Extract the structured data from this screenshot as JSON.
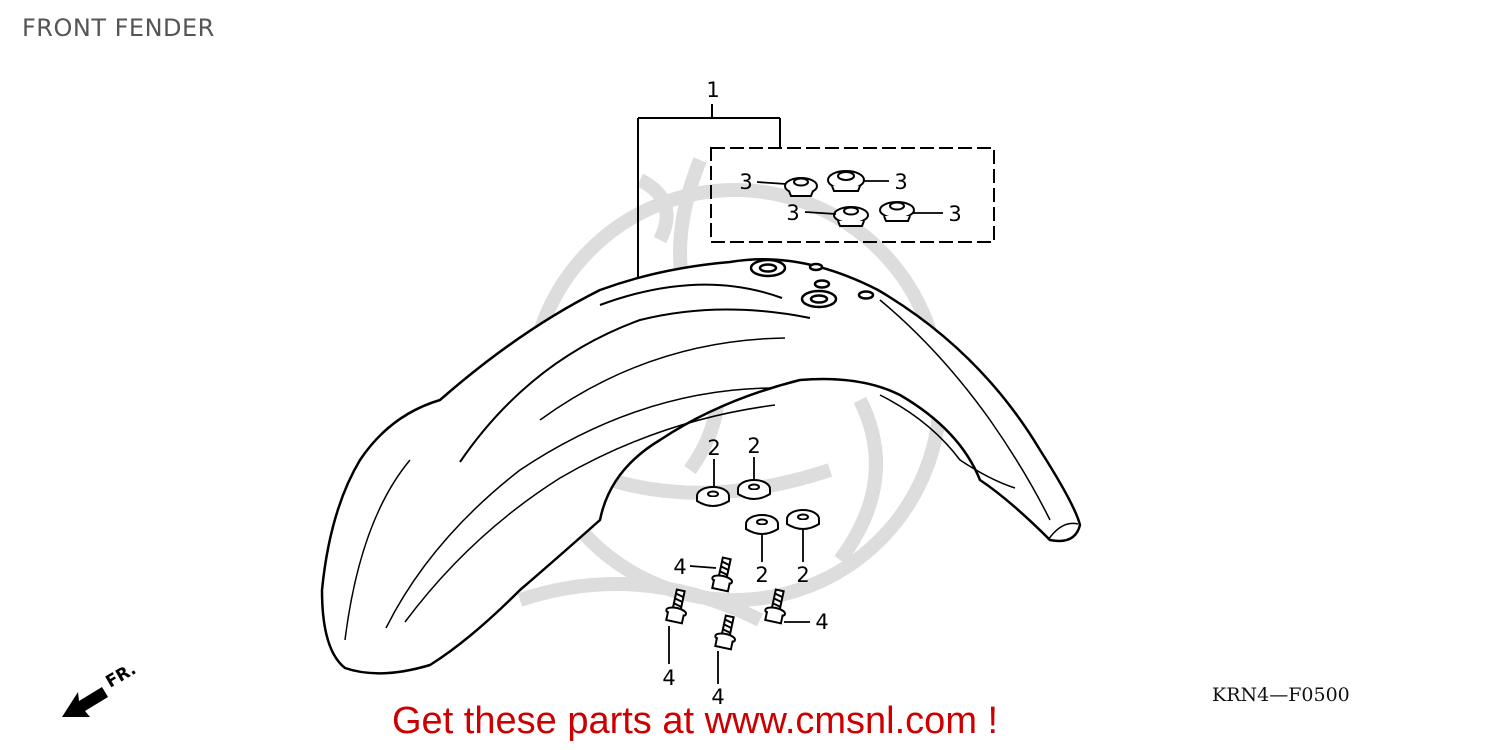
{
  "header": {
    "title": "FRONT FENDER"
  },
  "diagram": {
    "fr_label": "FR.",
    "diagram_code": "KRN4—F0500",
    "callouts": [
      {
        "id": "c1",
        "label": "1"
      },
      {
        "id": "c3a",
        "label": "3"
      },
      {
        "id": "c3b",
        "label": "3"
      },
      {
        "id": "c3c",
        "label": "3"
      },
      {
        "id": "c3d",
        "label": "3"
      },
      {
        "id": "c2a",
        "label": "2"
      },
      {
        "id": "c2b",
        "label": "2"
      },
      {
        "id": "c2c",
        "label": "2"
      },
      {
        "id": "c2d",
        "label": "2"
      },
      {
        "id": "c4a",
        "label": "4"
      },
      {
        "id": "c4b",
        "label": "4"
      },
      {
        "id": "c4c",
        "label": "4"
      },
      {
        "id": "c4d",
        "label": "4"
      }
    ]
  },
  "footer": {
    "promo_text": "Get these parts at www.cmsnl.com !",
    "promo_color": "#cc0000"
  }
}
